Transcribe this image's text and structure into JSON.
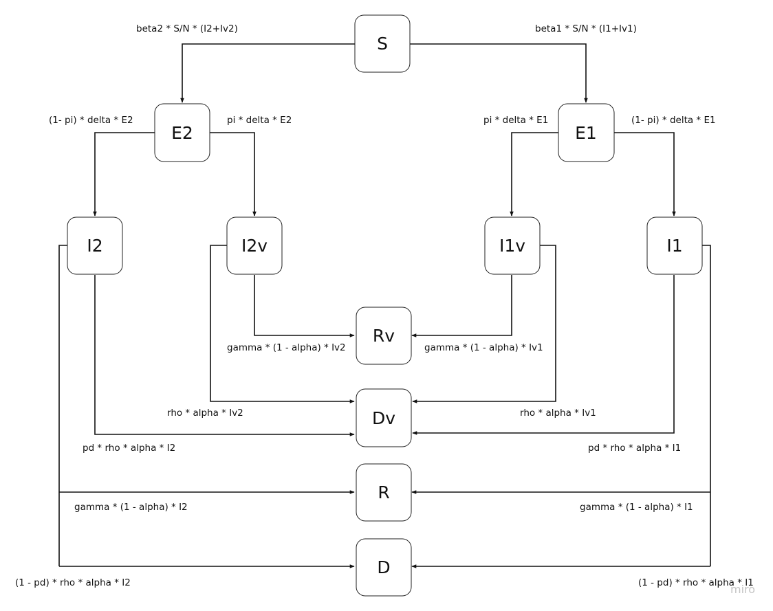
{
  "nodes": {
    "S": "S",
    "E2": "E2",
    "E1": "E1",
    "I2": "I2",
    "I2v": "I2v",
    "I1v": "I1v",
    "I1": "I1",
    "Rv": "Rv",
    "Dv": "Dv",
    "R": "R",
    "D": "D"
  },
  "edges": {
    "s_to_e2": "beta2 * S/N * (I2+Iv2)",
    "s_to_e1": "beta1 * S/N * (I1+Iv1)",
    "e2_to_i2": "(1- pi) * delta * E2",
    "e2_to_i2v": "pi * delta * E2",
    "e1_to_i1v": "pi * delta * E1",
    "e1_to_i1": "(1- pi) * delta * E1",
    "i2v_to_rv": "gamma * (1 - alpha) * Iv2",
    "i1v_to_rv": "gamma * (1 - alpha) * Iv1",
    "i2v_to_dv": "rho * alpha * Iv2",
    "i1v_to_dv": "rho * alpha * Iv1",
    "i2_to_dv": "pd * rho * alpha * I2",
    "i1_to_dv": "pd * rho * alpha * I1",
    "i2_to_r": "gamma * (1 - alpha) * I2",
    "i1_to_r": "gamma * (1 - alpha) * I1",
    "i2_to_d": "(1 - pd) * rho * alpha * I2",
    "i1_to_d": "(1 - pd) * rho * alpha * I1"
  },
  "watermark": "miro"
}
